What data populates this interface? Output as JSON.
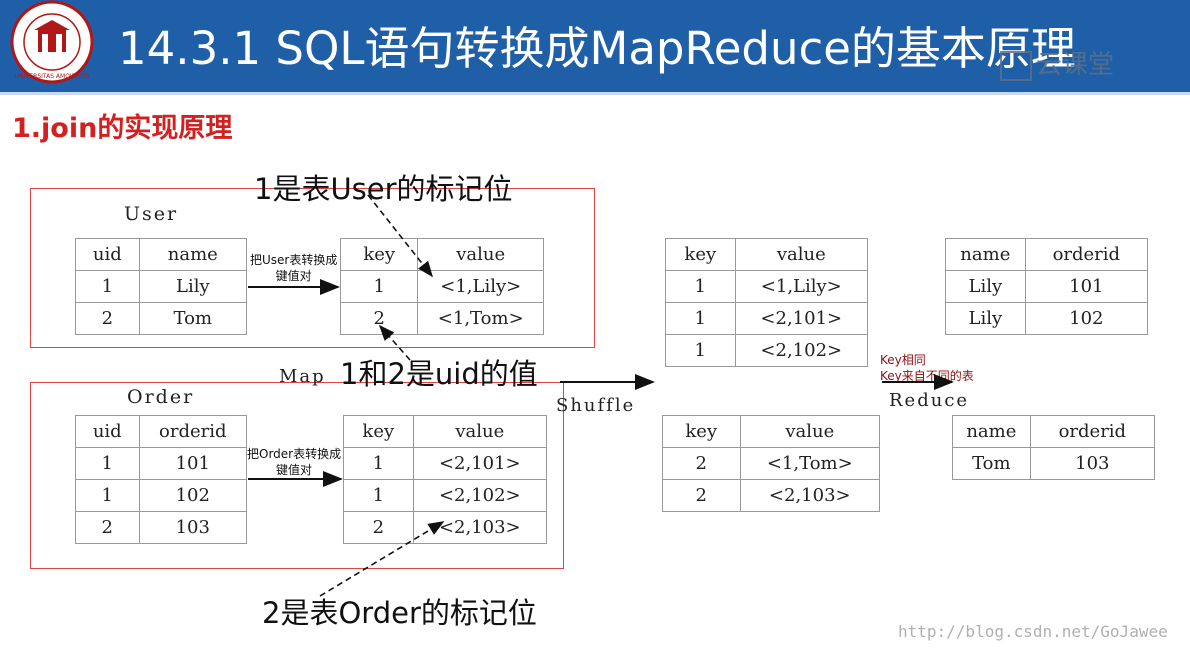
{
  "header": {
    "title": "14.3.1  SQL语句转换成MapReduce的基本原理",
    "logo_text": "UNIVERSITAS AMOIENSIS",
    "watermark": "云课堂"
  },
  "section_title": "1.join的实现原理",
  "notes": {
    "flag_user": "1是表User的标记位",
    "uid_values": "1和2是uid的值",
    "flag_order": "2是表Order的标记位"
  },
  "labels": {
    "user_table": "User",
    "order_table": "Order",
    "map": "Map",
    "shuffle": "Shuffle",
    "reduce": "Reduce",
    "user_to_kv_line1": "把User表转换成",
    "user_to_kv_line2": "键值对",
    "order_to_kv_line1": "把Order表转换成",
    "order_to_kv_line2": "键值对",
    "key_same": "Key相同",
    "key_from_diff": "Key来自不同的表"
  },
  "tables": {
    "user": {
      "headers": [
        "uid",
        "name"
      ],
      "rows": [
        [
          "1",
          "Lily"
        ],
        [
          "2",
          "Tom"
        ]
      ]
    },
    "order": {
      "headers": [
        "uid",
        "orderid"
      ],
      "rows": [
        [
          "1",
          "101"
        ],
        [
          "1",
          "102"
        ],
        [
          "2",
          "103"
        ]
      ]
    },
    "user_kv": {
      "headers": [
        "key",
        "value"
      ],
      "rows": [
        [
          "1",
          "<1,Lily>"
        ],
        [
          "2",
          "<1,Tom>"
        ]
      ]
    },
    "order_kv": {
      "headers": [
        "key",
        "value"
      ],
      "rows": [
        [
          "1",
          "<2,101>"
        ],
        [
          "1",
          "<2,102>"
        ],
        [
          "2",
          "<2,103>"
        ]
      ]
    },
    "shuffle_1": {
      "headers": [
        "key",
        "value"
      ],
      "rows": [
        [
          "1",
          "<1,Lily>"
        ],
        [
          "1",
          "<2,101>"
        ],
        [
          "1",
          "<2,102>"
        ]
      ]
    },
    "shuffle_2": {
      "headers": [
        "key",
        "value"
      ],
      "rows": [
        [
          "2",
          "<1,Tom>"
        ],
        [
          "2",
          "<2,103>"
        ]
      ]
    },
    "reduce_1": {
      "headers": [
        "name",
        "orderid"
      ],
      "rows": [
        [
          "Lily",
          "101"
        ],
        [
          "Lily",
          "102"
        ]
      ]
    },
    "reduce_2": {
      "headers": [
        "name",
        "orderid"
      ],
      "rows": [
        [
          "Tom",
          "103"
        ]
      ]
    }
  },
  "footer_url": "http://blog.csdn.net/GoJawee",
  "colors": {
    "header_bg": "#1f5fa8",
    "section_title": "#d32020",
    "red_box": "#dd4444"
  }
}
